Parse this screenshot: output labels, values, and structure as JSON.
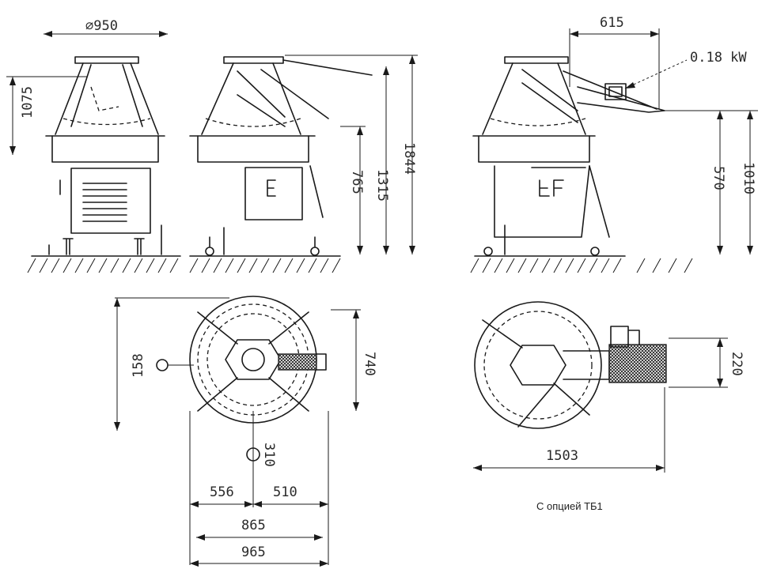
{
  "caption": "С опцией ТБ1",
  "dimensions": {
    "top_diameter": "⌀950",
    "height_1075": "1075",
    "height_1315": "1315",
    "height_1844": "1844",
    "height_765": "765",
    "option_width": "615",
    "motor_power": "0.18 kW",
    "option_height_570": "570",
    "option_height_1010": "1010",
    "plan_depth_740": "740",
    "plan_offset_158": "158",
    "plan_offset_310": "310",
    "plan_left_556": "556",
    "plan_right_510": "510",
    "plan_width_865": "865",
    "plan_width_965": "965",
    "option_plan_1503": "1503",
    "option_plan_220": "220"
  }
}
